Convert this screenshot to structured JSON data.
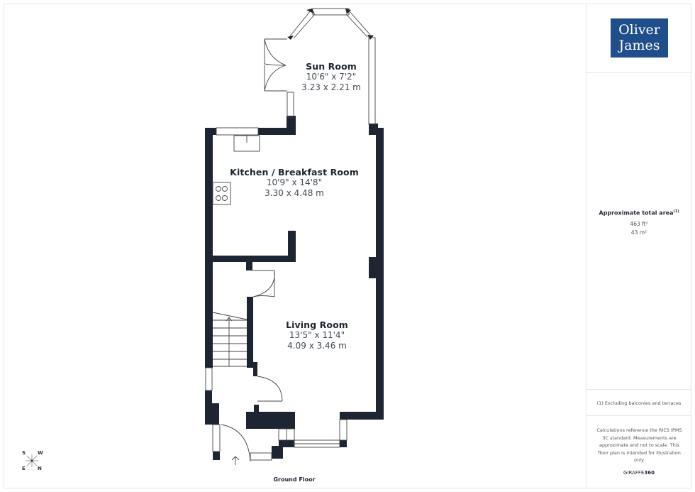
{
  "floor_plan": {
    "floor_name": "Ground Floor",
    "rooms": [
      {
        "name": "Sun Room",
        "imperial": "10'6\" x 7'2\"",
        "metric": "3.23 x 2.21 m"
      },
      {
        "name": "Kitchen / Breakfast Room",
        "imperial": "10'9\" x 14'8\"",
        "metric": "3.30 x 4.48 m"
      },
      {
        "name": "Living Room",
        "imperial": "13'5\" x 11'4\"",
        "metric": "4.09 x 3.46 m"
      }
    ],
    "compass": {
      "top_left": "S",
      "top_right": "W",
      "bottom_left": "E",
      "bottom_right": "N"
    },
    "colors": {
      "wall": "#1e2532",
      "line": "#555555"
    }
  },
  "sidebar": {
    "logo": {
      "line1": "Oliver",
      "line2": "James",
      "bg_color": "#1f4e8a"
    },
    "area": {
      "title": "Approximate total area",
      "footnote_marker": "(1)",
      "sqft": "463 ft²",
      "sqm": "43 m²"
    },
    "note": "(1) Excluding balconies and terraces",
    "disclaimer": "Calculations reference the RICS IPMS 3C standard. Measurements are approximate and not to scale. This floor plan is intended for illustration only.",
    "brand": {
      "prefix": "GIRAFFE",
      "suffix": "360"
    }
  }
}
